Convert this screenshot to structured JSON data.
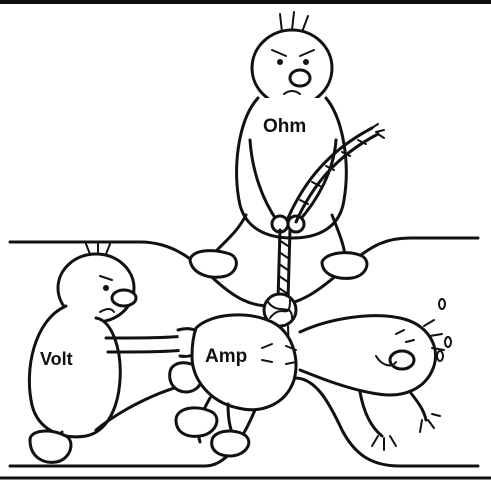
{
  "labels": {
    "ohm": "Ohm",
    "volt": "Volt",
    "amp": "Amp"
  },
  "colors": {
    "ink": "#111111",
    "paper": "#ffffff"
  }
}
